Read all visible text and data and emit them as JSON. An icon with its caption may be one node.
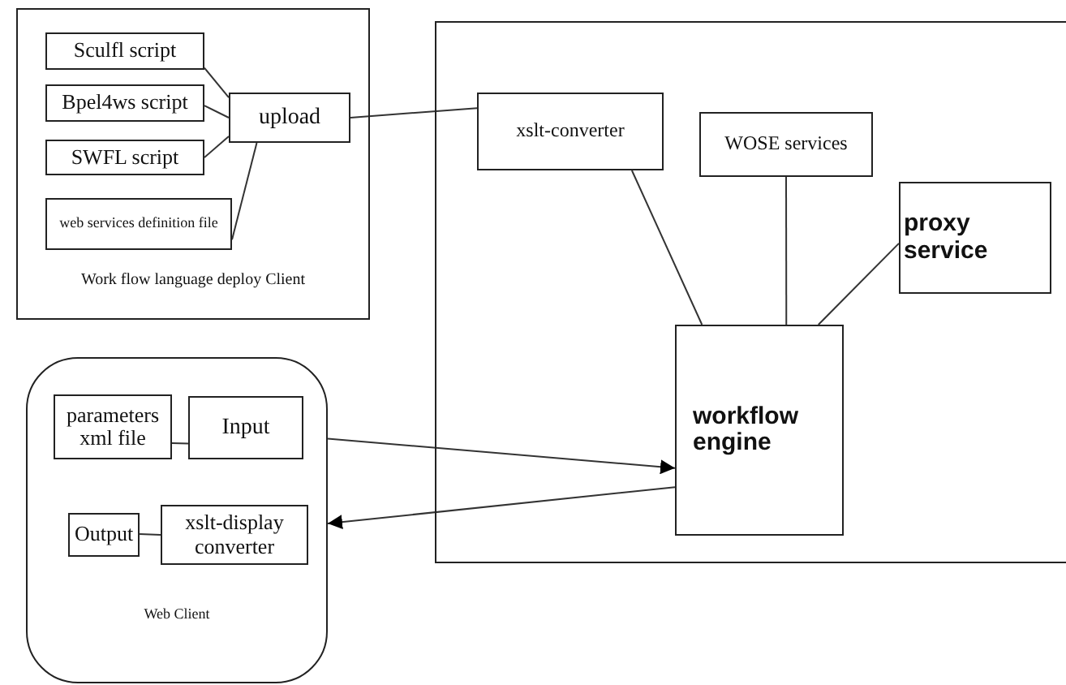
{
  "diagram": {
    "nodes": [
      {
        "text": [
          "Work flow language  deploy  Client"
        ]
      },
      {
        "text": [
          "Sculfl script"
        ],
        "in": 0
      },
      {
        "text": [
          "Bpel4ws script"
        ],
        "in": 0
      },
      {
        "text": [
          "SWFL script"
        ],
        "in": 0
      },
      {
        "text": [
          "web services definition file"
        ],
        "in": 0
      },
      {
        "text": [
          "upload"
        ],
        "in": 0
      },
      {
        "text": [],
        "shape": "box"
      },
      {
        "text": [
          "xslt-converter"
        ],
        "in": 6
      },
      {
        "text": [
          "WOSE services"
        ],
        "in": 6
      },
      {
        "text": [
          "proxy service"
        ],
        "in": 6
      },
      {
        "text": [
          "workflow engine"
        ],
        "in": 6
      },
      {
        "text": [
          "Web  Client"
        ]
      },
      {
        "text": [
          "parameters xml file"
        ],
        "in": 11
      },
      {
        "text": [
          "Input"
        ],
        "in": 11
      },
      {
        "text": [
          "Output"
        ],
        "in": 11
      },
      {
        "text": [
          "xslt-display converter"
        ],
        "in": 11
      }
    ],
    "edges": [
      {
        "from": 1,
        "to": 5,
        "arrow": "none"
      },
      {
        "from": 2,
        "to": 5,
        "arrow": "none"
      },
      {
        "from": 3,
        "to": 5,
        "arrow": "none"
      },
      {
        "from": 4,
        "to": 5,
        "arrow": "none"
      },
      {
        "from": 5,
        "to": 7,
        "arrow": "none"
      },
      {
        "from": 7,
        "to": 10,
        "arrow": "none"
      },
      {
        "from": 8,
        "to": 10,
        "arrow": "none"
      },
      {
        "from": 9,
        "to": 10,
        "arrow": "none"
      },
      {
        "from": 12,
        "to": 13,
        "arrow": "none"
      },
      {
        "from": 14,
        "to": 15,
        "arrow": "none"
      },
      {
        "from": 11,
        "to": 10,
        "arrow": "to"
      },
      {
        "from": 10,
        "to": 11,
        "arrow": "to"
      }
    ]
  }
}
